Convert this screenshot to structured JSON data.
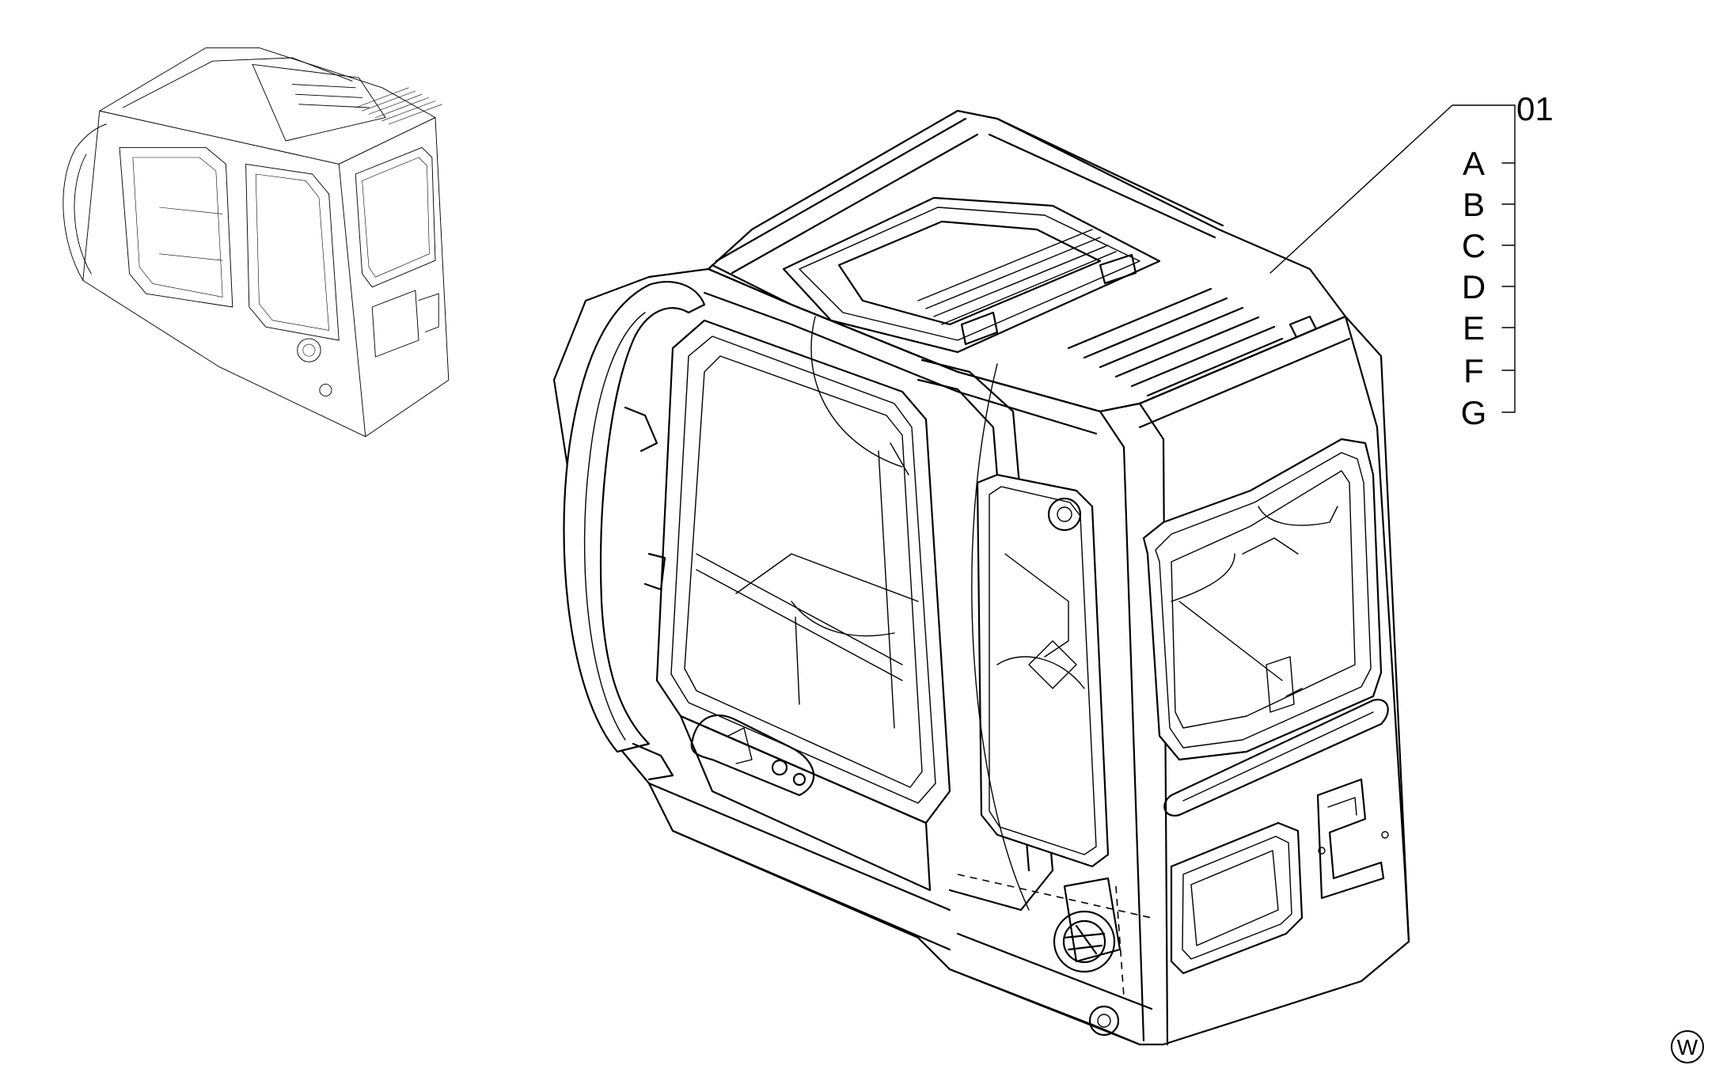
{
  "callout": {
    "assembly_number": "01",
    "parts": [
      "A",
      "B",
      "C",
      "D",
      "E",
      "F",
      "G"
    ]
  },
  "corner_mark": "W"
}
